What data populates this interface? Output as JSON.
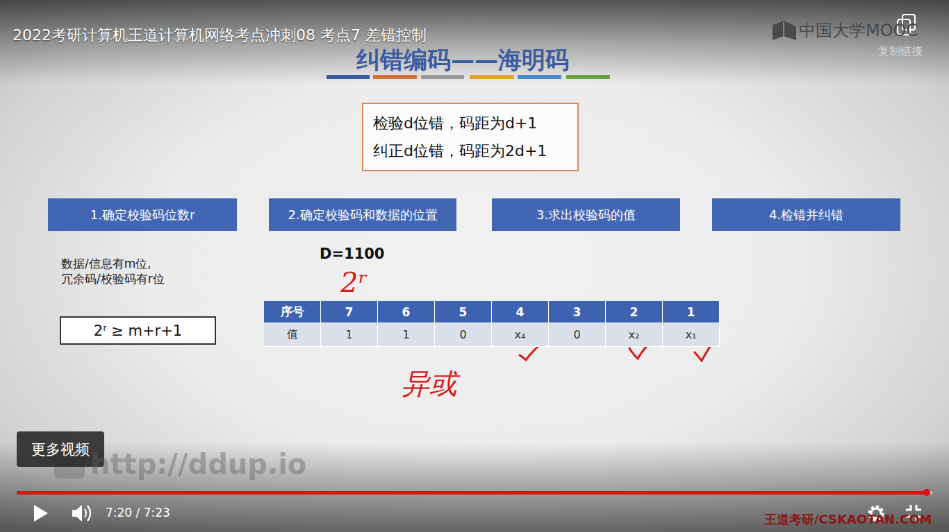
{
  "diagram": {
    "title": "纠错编码——海明码",
    "nodes": [
      {
        "text": [
          "检验d位错，码距为d+1",
          "纠正d位错，码距为2d+1"
        ]
      },
      {
        "text": [
          "1.确定校验码位数r"
        ]
      },
      {
        "text": [
          "2.确定校验码和数据的位置"
        ]
      },
      {
        "text": [
          "3.求出校验码的值"
        ]
      },
      {
        "text": [
          "4.检错并纠错"
        ]
      },
      {
        "text": [
          "2ʳ ≥ m+r+1"
        ]
      },
      {
        "text": [
          "更多视频"
        ]
      }
    ],
    "labels": [
      "2022考研计算机王道计算机网络考点冲刺08 考点7 差错控制",
      "中国大学MOOC",
      "复制链接",
      "数据/信息有m位, 冗余码/校验码有r位",
      "D=1100",
      "2ʳ",
      "序号",
      "7",
      "6",
      "5",
      "4",
      "3",
      "2",
      "1",
      "值",
      "1",
      "1",
      "0",
      "x₄",
      "0",
      "x₂",
      "x₁",
      "异或",
      "http://ddup.io",
      "7:20 / 7:23",
      "王道考研/CSKAOTAN.COM"
    ]
  }
}
